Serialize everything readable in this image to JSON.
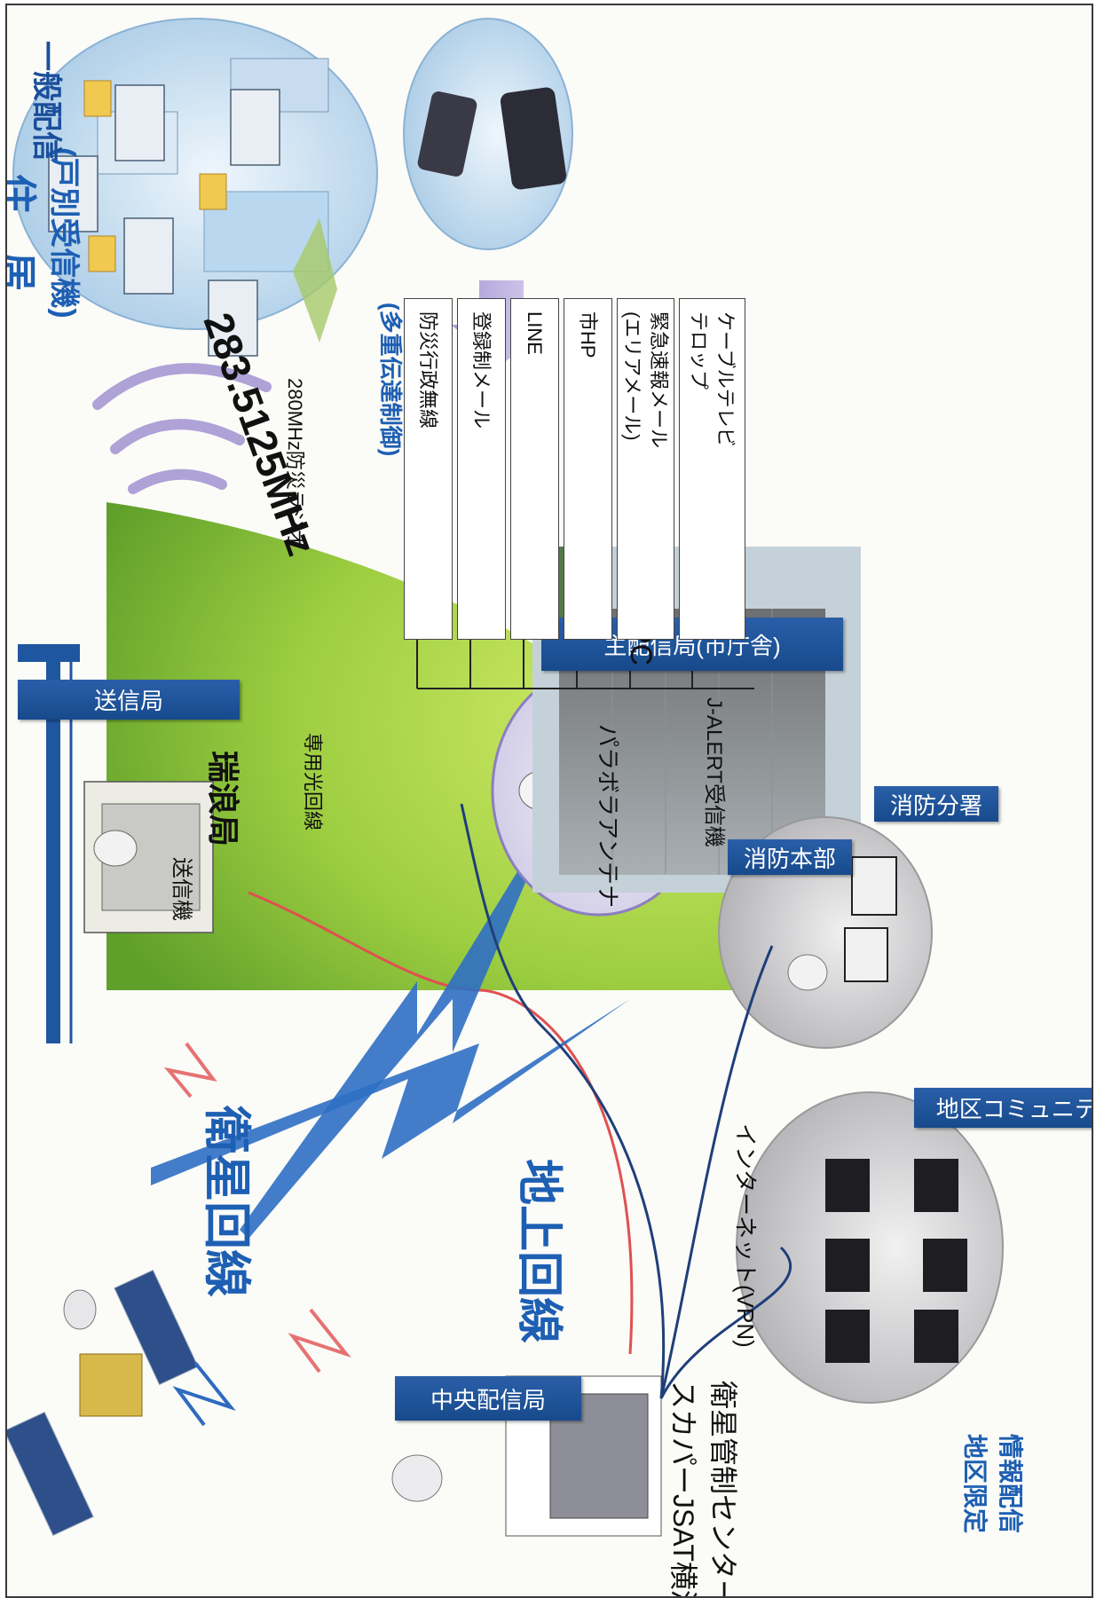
{
  "labels": {
    "residence_line1": "住　居",
    "residence_line2": "(戸別受信機)",
    "general_delivery": "一般配信",
    "freq": "283.5125MHz",
    "radio_280": "280MHz防災ラジオ",
    "multiplex": "(多重伝達制御)",
    "delivery_pc": "配信用PC",
    "parabola": "パラボラアンテナ",
    "jalert": "J-ALERT受信機",
    "dedicated_fiber": "専用光回線",
    "transmitter": "送信機",
    "mizunami": "瑞浪局",
    "satellite_line": "衛星回線",
    "ground_line": "地上回線",
    "internet_vpn": "インターネット(VPN)",
    "skyperfect_line1": "スカパーJSAT横浜",
    "skyperfect_line2": "衛星管制センター",
    "local_limited_line1": "地区限定",
    "local_limited_line2": "情報配信"
  },
  "banners": {
    "transmit_station": "送信局",
    "main_delivery": "主配信局(市庁舎)",
    "central_delivery": "中央配信局",
    "fire_hq": "消防本部",
    "fire_branch": "消防分署",
    "community_center": "地区コミュニティセンター"
  },
  "channels": [
    "防災行政無線",
    "登録制メール",
    "LINE",
    "市HP",
    "緊急速報メール\n(エリアメール)",
    "ケーブルテレビ\nテロップ"
  ],
  "colors": {
    "banner_blue": "#1d4f96",
    "accent_blue": "#1d5fb3",
    "ground_line_red": "#e05050",
    "hill_green": "#8cc43c"
  }
}
